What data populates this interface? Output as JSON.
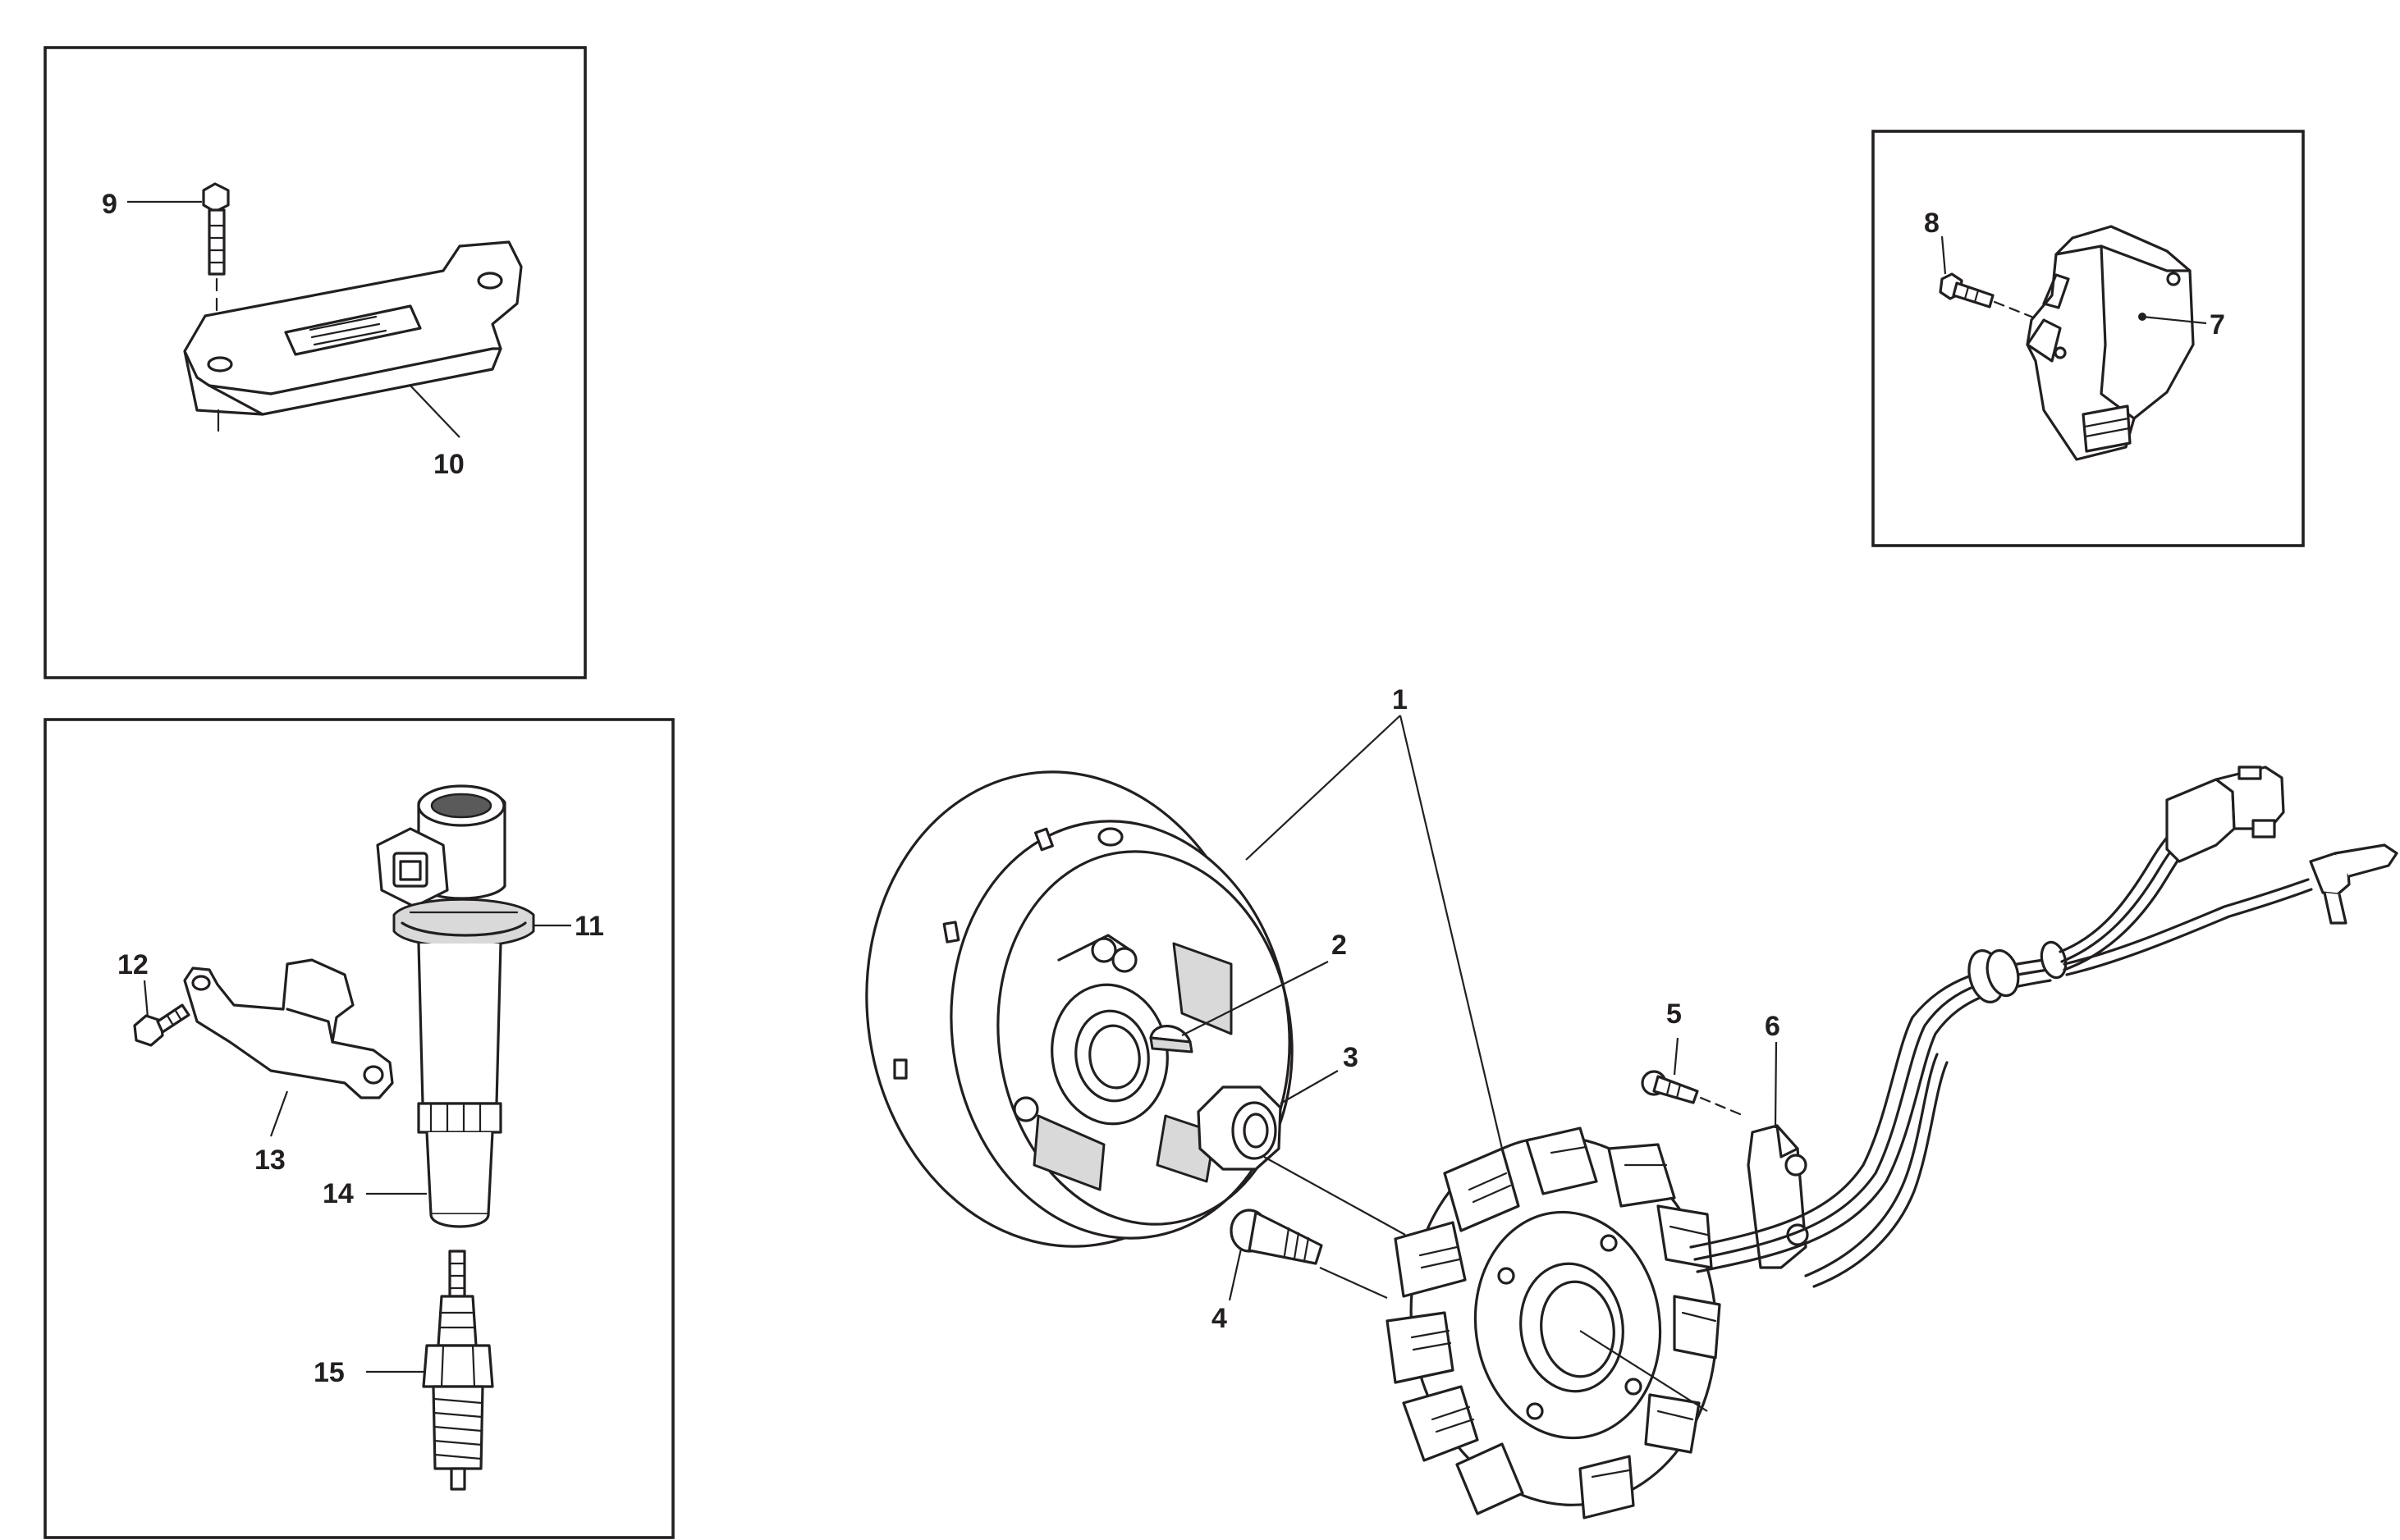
{
  "callouts": {
    "c1": "1",
    "c2": "2",
    "c3": "3",
    "c4": "4",
    "c5": "5",
    "c6": "6",
    "c7": "7",
    "c8": "8",
    "c9": "9",
    "c10": "10",
    "c11": "11",
    "c12": "12",
    "c13": "13",
    "c14": "14",
    "c15": "15"
  },
  "colors": {
    "line": "#231f20",
    "background": "#ffffff",
    "shade": "#d9d9d9"
  }
}
